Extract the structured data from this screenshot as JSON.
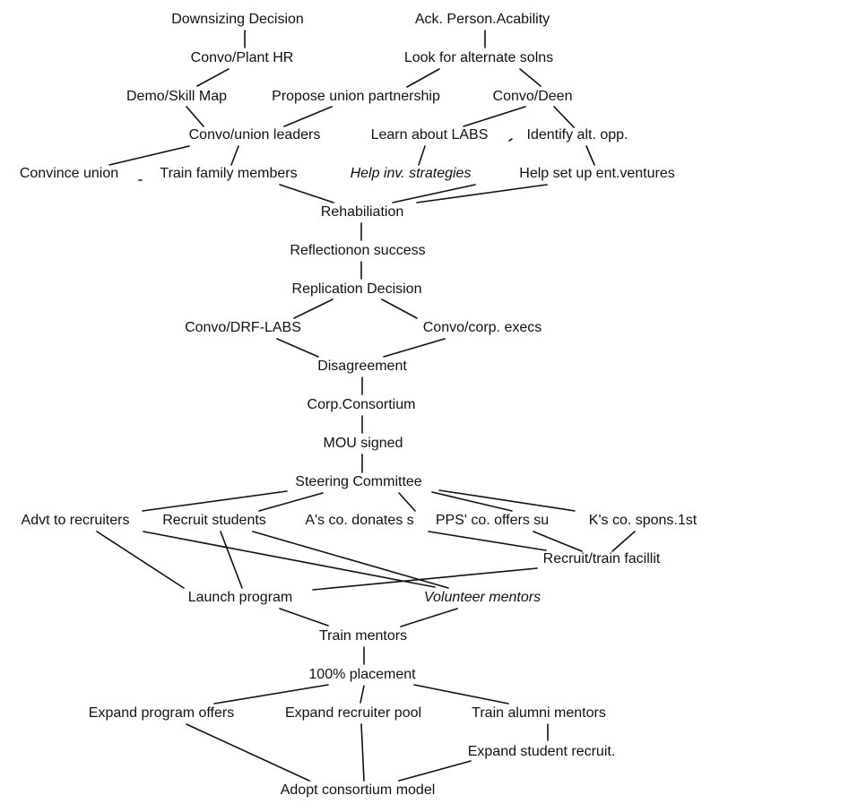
{
  "diagram": {
    "nodes": [
      {
        "id": "downsizing",
        "label": "Downsizing Decision"
      },
      {
        "id": "ack",
        "label": "Ack. Person.Acability"
      },
      {
        "id": "convo_plant",
        "label": "Convo/Plant HR"
      },
      {
        "id": "look_alt",
        "label": "Look for alternate solns"
      },
      {
        "id": "demo_skill",
        "label": "Demo/Skill Map"
      },
      {
        "id": "propose_union",
        "label": "Propose union partnership"
      },
      {
        "id": "convo_deen",
        "label": "Convo/Deen"
      },
      {
        "id": "convo_union",
        "label": "Convo/union leaders"
      },
      {
        "id": "learn_labs",
        "label": "Learn about LABS"
      },
      {
        "id": "identify_alt",
        "label": "Identify alt. opp."
      },
      {
        "id": "convince_union",
        "label": "Convince union"
      },
      {
        "id": "train_family",
        "label": "Train family members"
      },
      {
        "id": "help_inv",
        "label": "Help inv. strategies",
        "italic": true
      },
      {
        "id": "help_setup",
        "label": "Help set up ent.ventures"
      },
      {
        "id": "rehab",
        "label": "Rehabiliation"
      },
      {
        "id": "reflection",
        "label": "Reflectionon success"
      },
      {
        "id": "replication",
        "label": "Replication Decision"
      },
      {
        "id": "convo_drf",
        "label": "Convo/DRF-LABS"
      },
      {
        "id": "convo_corp",
        "label": "Convo/corp. execs"
      },
      {
        "id": "disagreement",
        "label": "Disagreement"
      },
      {
        "id": "consortium",
        "label": "Corp.Consortium"
      },
      {
        "id": "mou",
        "label": "MOU signed"
      },
      {
        "id": "steering",
        "label": "Steering Committee"
      },
      {
        "id": "advt",
        "label": "Advt to recruiters"
      },
      {
        "id": "recruit_students",
        "label": "Recruit students"
      },
      {
        "id": "a_co",
        "label": "A's co. donates s"
      },
      {
        "id": "pps_co",
        "label": "PPS' co. offers su"
      },
      {
        "id": "k_co",
        "label": "K's co. spons.1st"
      },
      {
        "id": "recruit_train",
        "label": "Recruit/train facillit"
      },
      {
        "id": "launch",
        "label": "Launch program"
      },
      {
        "id": "volunteer",
        "label": "Volunteer mentors",
        "italic": true
      },
      {
        "id": "train_mentors",
        "label": "Train mentors"
      },
      {
        "id": "placement",
        "label": "100% placement"
      },
      {
        "id": "expand_offers",
        "label": "Expand program offers"
      },
      {
        "id": "expand_recruiter",
        "label": "Expand recruiter pool"
      },
      {
        "id": "train_alumni",
        "label": "Train alumni mentors"
      },
      {
        "id": "expand_student",
        "label": "Expand student recruit."
      },
      {
        "id": "adopt",
        "label": "Adopt consortium model"
      }
    ],
    "edges": [
      [
        "downsizing",
        "convo_plant"
      ],
      [
        "ack",
        "look_alt"
      ],
      [
        "convo_plant",
        "demo_skill"
      ],
      [
        "look_alt",
        "propose_union"
      ],
      [
        "look_alt",
        "convo_deen"
      ],
      [
        "demo_skill",
        "convo_union"
      ],
      [
        "propose_union",
        "convo_union"
      ],
      [
        "convo_deen",
        "learn_labs"
      ],
      [
        "convo_deen",
        "identify_alt"
      ],
      [
        "convo_union",
        "convince_union"
      ],
      [
        "convo_union",
        "train_family"
      ],
      [
        "learn_labs",
        "help_inv"
      ],
      [
        "identify_alt",
        "help_setup"
      ],
      [
        "train_family",
        "rehab"
      ],
      [
        "help_inv",
        "rehab"
      ],
      [
        "help_setup",
        "rehab"
      ],
      [
        "rehab",
        "reflection"
      ],
      [
        "reflection",
        "replication"
      ],
      [
        "replication",
        "convo_drf"
      ],
      [
        "replication",
        "convo_corp"
      ],
      [
        "convo_drf",
        "disagreement"
      ],
      [
        "convo_corp",
        "disagreement"
      ],
      [
        "disagreement",
        "consortium"
      ],
      [
        "consortium",
        "mou"
      ],
      [
        "mou",
        "steering"
      ],
      [
        "steering",
        "advt"
      ],
      [
        "steering",
        "recruit_students"
      ],
      [
        "steering",
        "a_co"
      ],
      [
        "steering",
        "pps_co"
      ],
      [
        "steering",
        "k_co"
      ],
      [
        "advt",
        "launch"
      ],
      [
        "advt",
        "volunteer"
      ],
      [
        "recruit_students",
        "launch"
      ],
      [
        "recruit_students",
        "volunteer"
      ],
      [
        "a_co",
        "recruit_train"
      ],
      [
        "pps_co",
        "recruit_train"
      ],
      [
        "k_co",
        "recruit_train"
      ],
      [
        "recruit_train",
        "launch"
      ],
      [
        "launch",
        "train_mentors"
      ],
      [
        "volunteer",
        "train_mentors"
      ],
      [
        "train_mentors",
        "placement"
      ],
      [
        "placement",
        "expand_offers"
      ],
      [
        "placement",
        "expand_recruiter"
      ],
      [
        "placement",
        "train_alumni"
      ],
      [
        "train_alumni",
        "expand_student"
      ],
      [
        "expand_offers",
        "adopt"
      ],
      [
        "expand_recruiter",
        "adopt"
      ],
      [
        "expand_student",
        "adopt"
      ]
    ]
  }
}
